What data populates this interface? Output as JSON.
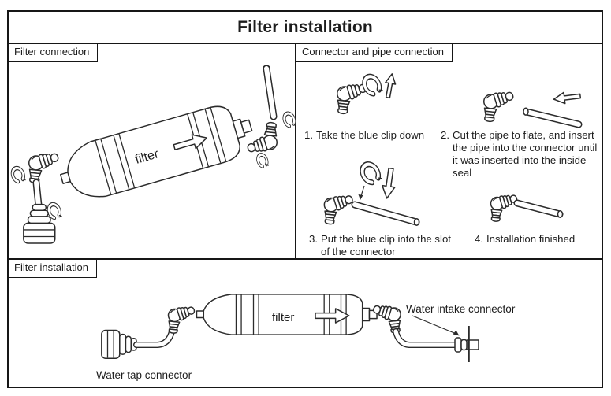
{
  "title": "Filter installation",
  "colors": {
    "line": "#2b2b2b",
    "border": "#161616",
    "background": "#ffffff"
  },
  "icons": {
    "flow_arrow": "right-outline-arrow",
    "step1_arrow": "up-outline-arrow",
    "step2_arrow": "left-outline-arrow",
    "step3_arrow": "down-outline-arrow",
    "intake_leader": "down-right-leader-arrow"
  },
  "panels": {
    "filter_connection": {
      "label": "Filter connection",
      "filter_label": "filter"
    },
    "connector_and_pipe": {
      "label": "Connector and pipe connection",
      "steps": [
        {
          "num": "1.",
          "text": "Take the blue clip down"
        },
        {
          "num": "2.",
          "text": "Cut the pipe to flate, and insert the pipe into the connector until it was inserted into the inside seal"
        },
        {
          "num": "3.",
          "text": "Put the blue clip into the slot of the connector"
        },
        {
          "num": "4.",
          "text": "Installation finished"
        }
      ]
    },
    "filter_installation": {
      "label": "Filter installation",
      "filter_label": "filter",
      "water_intake_label": "Water intake connector",
      "water_tap_label": "Water tap connector"
    }
  }
}
